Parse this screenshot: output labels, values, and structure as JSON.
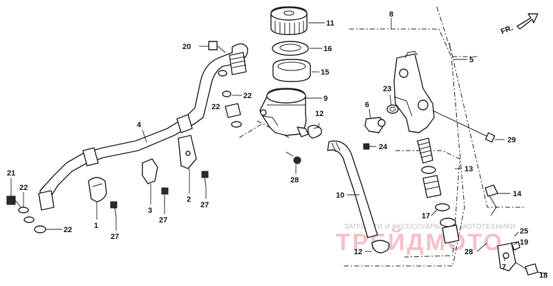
{
  "direction": {
    "label": "FR."
  },
  "callouts": [
    {
      "id": "c11",
      "text": "11"
    },
    {
      "id": "c16",
      "text": "16"
    },
    {
      "id": "c15",
      "text": "15"
    },
    {
      "id": "c9",
      "text": "9"
    },
    {
      "id": "c8",
      "text": "8"
    },
    {
      "id": "c5",
      "text": "5"
    },
    {
      "id": "c20",
      "text": "20"
    },
    {
      "id": "c22a",
      "text": "22"
    },
    {
      "id": "c22b",
      "text": "22"
    },
    {
      "id": "c22c",
      "text": "22"
    },
    {
      "id": "c22d",
      "text": "22"
    },
    {
      "id": "c12a",
      "text": "12"
    },
    {
      "id": "c12b",
      "text": "12"
    },
    {
      "id": "c23",
      "text": "23"
    },
    {
      "id": "c6",
      "text": "6"
    },
    {
      "id": "c4",
      "text": "4"
    },
    {
      "id": "c21",
      "text": "21"
    },
    {
      "id": "c24",
      "text": "24"
    },
    {
      "id": "c29",
      "text": "29"
    },
    {
      "id": "c13",
      "text": "13"
    },
    {
      "id": "c28a",
      "text": "28"
    },
    {
      "id": "c28b",
      "text": "28"
    },
    {
      "id": "c10",
      "text": "10"
    },
    {
      "id": "c14",
      "text": "14"
    },
    {
      "id": "c2",
      "text": "2"
    },
    {
      "id": "c3",
      "text": "3"
    },
    {
      "id": "c1",
      "text": "1"
    },
    {
      "id": "c27a",
      "text": "27"
    },
    {
      "id": "c27b",
      "text": "27"
    },
    {
      "id": "c27c",
      "text": "27"
    },
    {
      "id": "c17",
      "text": "17"
    },
    {
      "id": "c25",
      "text": "25"
    },
    {
      "id": "c19",
      "text": "19"
    },
    {
      "id": "c18",
      "text": "18"
    },
    {
      "id": "c7",
      "text": "7"
    }
  ],
  "watermark": {
    "line1": "ЗАПЧАСТИ И АКСЕССУАРЫ ДЛЯ МОТОТЕХНИКИ",
    "line2": "ТРЕЙДМОТО"
  }
}
